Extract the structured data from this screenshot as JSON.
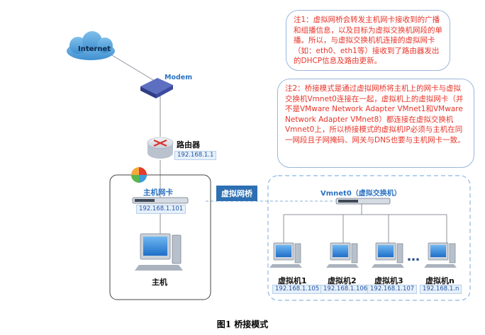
{
  "notes": {
    "note1": "注1：虚拟网桥会转发主机网卡接收到的广播和组播信息，以及目标为虚拟交换机网段的单播。所以，与虚拟交换机机连接的虚拟网卡（如：eth0、eth1等）接收到了路由器发出的DHCP信息及路由更新。",
    "note2": "注2：桥接模式是通过虚拟网桥将主机上的网卡与虚拟交换机Vmnet0连接在一起，虚拟机上的虚拟网卡（并不是VMware Network Adapter VMnet1和VMware Network Adapter VMnet8）都连接在虚拟交换机Vmnet0上，所以桥接模式的虚拟机IP必须与主机在同一网段且子网掩码、网关与DNS也要与主机网卡一致。"
  },
  "internet": {
    "label": "Internet"
  },
  "modem": {
    "label": "Modem"
  },
  "router": {
    "label": "路由器",
    "ip": "192.168.1.1"
  },
  "host": {
    "nic_label": "主机网卡",
    "nic_ip": "192.168.1.101",
    "label": "主机"
  },
  "bridge": {
    "label": "虚拟网桥"
  },
  "vswitch": {
    "label": "Vmnet0（虚拟交换机）"
  },
  "vms": [
    {
      "name": "虚拟机1",
      "ip": "192.168.1.105"
    },
    {
      "name": "虚拟机2",
      "ip": "192.168.1.106"
    },
    {
      "name": "虚拟机3",
      "ip": "192.168.1.107"
    },
    {
      "name": "虚拟机n",
      "ip": "192.168.1.n"
    }
  ],
  "ellipsis": "…",
  "caption": "图1  桥接模式",
  "colors": {
    "note_text": "#e8352a",
    "accent_blue": "#2b72c2",
    "bridge_bg": "#2d6fb3",
    "ip_bg": "#e6f0fb"
  }
}
